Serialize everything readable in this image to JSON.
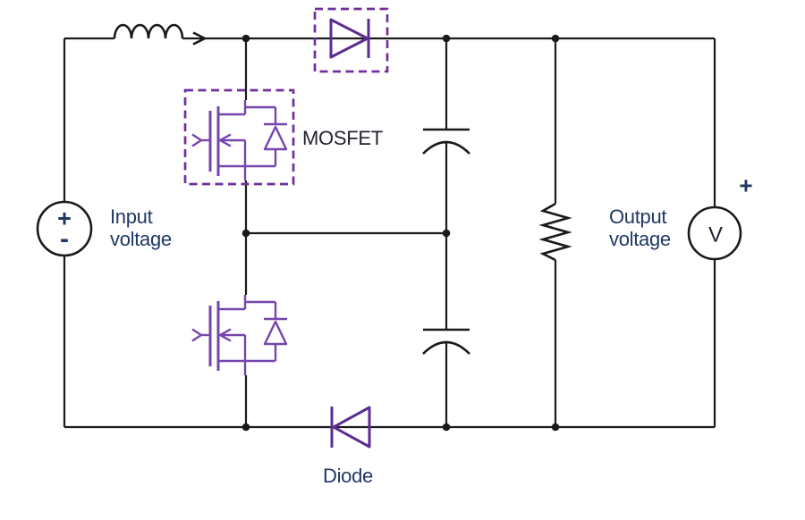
{
  "title": "Switching converter circuit diagram",
  "theme": {
    "bg": "#ffffff",
    "wire": "#1a1a1a",
    "diode": "#5b2d91",
    "mosfet": "#7546ab",
    "box": "#712f9e",
    "label": "#1f3864",
    "dark_text": "#22242e"
  },
  "labels": {
    "input_line1": "Input",
    "input_line2": "voltage",
    "output_line1": "Output",
    "output_line2": "voltage",
    "mosfet": "MOSFET",
    "diode": "Diode",
    "meter_letter": "V",
    "output_plus": "+",
    "source_plus": "+",
    "source_minus": "-"
  }
}
